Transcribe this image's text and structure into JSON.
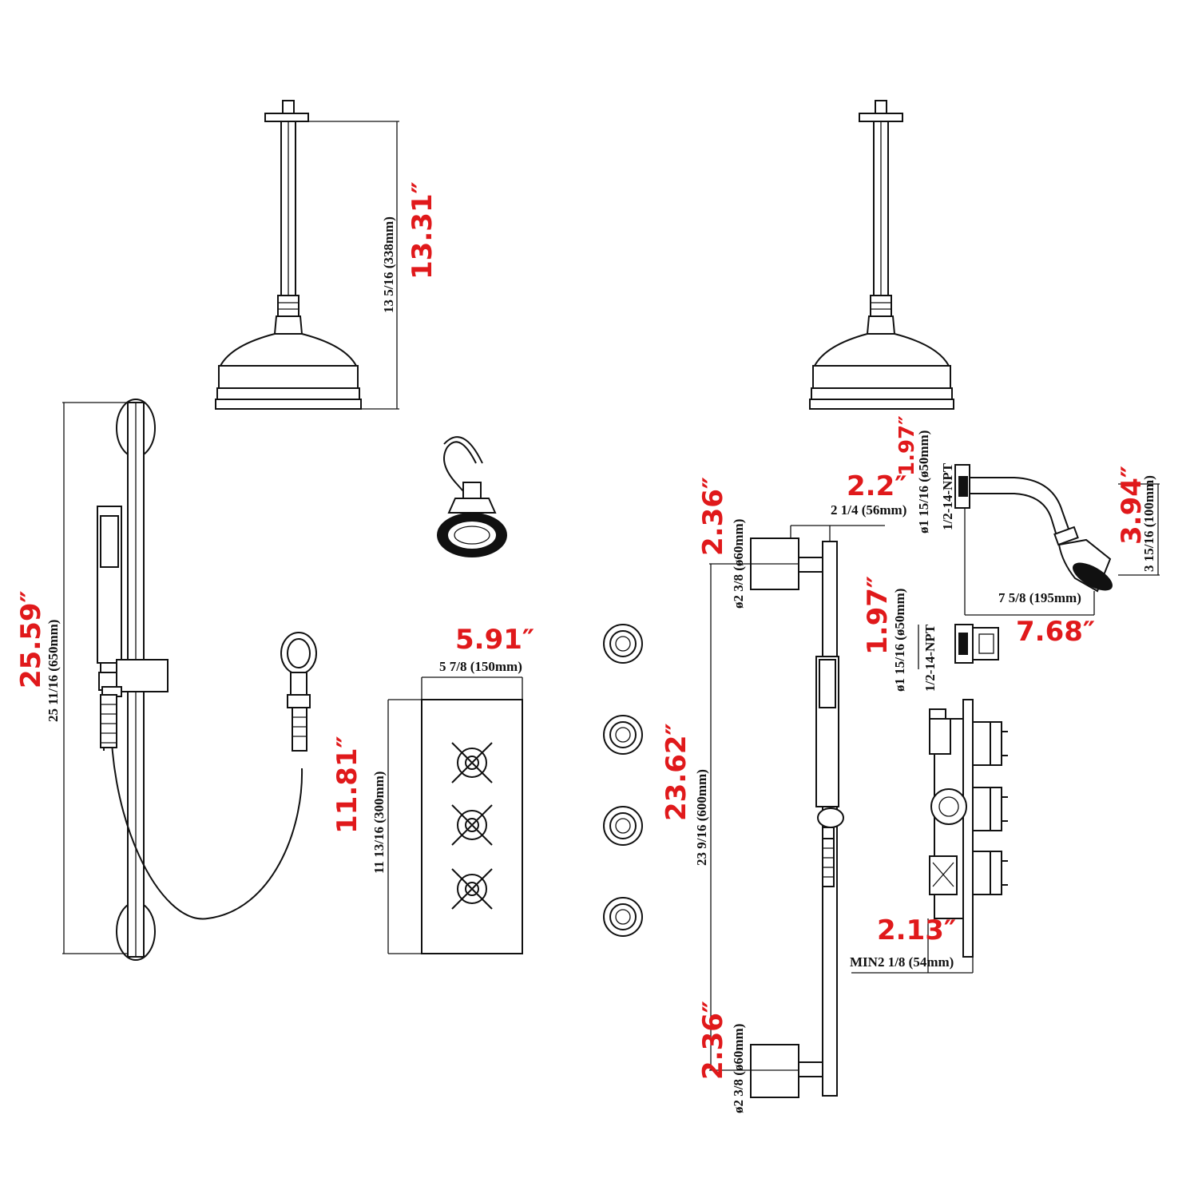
{
  "colors": {
    "line": "#111111",
    "dimension_red": "#e0191b",
    "background": "#ffffff"
  },
  "dimensions": {
    "ceiling_arm_height_in": "13.31″",
    "ceiling_arm_height_frac": "13 5/16 (338mm)",
    "slide_bar_length_in": "25.59″",
    "slide_bar_length_frac": "25 11/16 (650mm)",
    "valve_plate_width_in": "5.91″",
    "valve_plate_width_frac": "5 7/8 (150mm)",
    "valve_plate_height_in": "11.81″",
    "valve_plate_height_frac": "11 13/16 (300mm)",
    "rail_length_in": "23.62″",
    "rail_length_frac": "23 9/16 (600mm)",
    "flange_top_dia_in": "2.36″",
    "flange_top_dia_frac": "ø2 3/8 (ø60mm)",
    "flange_bottom_dia_in": "2.36″",
    "flange_bottom_dia_frac": "ø2 3/8 (ø60mm)",
    "rail_offset_in": "2.2″",
    "rail_offset_frac": "2 1/4 (56mm)",
    "arm_flange_dia_in": "1.97″",
    "arm_flange_dia_frac": "ø1 15/16 (ø50mm)",
    "arm_thread": "1/2-14-NPT",
    "arm_drop_in": "3.94″",
    "arm_drop_frac": "3 15/16 (100mm)",
    "arm_reach_in": "7.68″",
    "arm_reach_frac": "7 5/8 (195mm)",
    "jet_dia_in": "1.97″",
    "jet_dia_frac": "ø1 15/16 (ø50mm)",
    "jet_thread": "1/2-14-NPT",
    "valve_depth_in": "2.13″",
    "valve_depth_frac": "MIN2 1/8 (54mm)"
  }
}
